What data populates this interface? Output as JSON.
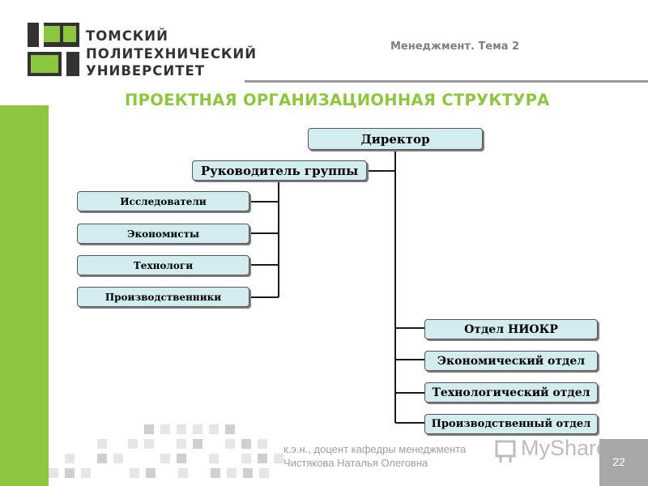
{
  "logo": {
    "lines": [
      "ТОМСКИЙ",
      "ПОЛИТЕХНИЧЕСКИЙ",
      "УНИВЕРСИТЕТ"
    ]
  },
  "header": {
    "subject": "Менеджмент. Тема 2"
  },
  "slide": {
    "title": "ПРОЕКТНАЯ  ОРГАНИЗАЦИОННАЯ  СТРУКТУРА"
  },
  "org_chart": {
    "director": "Директор",
    "group_leader": "Руководитель группы",
    "team": [
      "Исследователи",
      "Экономисты",
      "Технологи",
      "Производственники"
    ],
    "departments": [
      "Отдел НИОКР",
      "Экономический отдел",
      "Технологический отдел",
      "Производственный  отдел"
    ]
  },
  "footer": {
    "author_line1": "к.э.н., доцент кафедры менеджмента",
    "author_line2": "Чистякова Наталья Олеговна",
    "page_number": "22",
    "watermark": "MyShared"
  },
  "colors": {
    "accent_green": "#8dc63f",
    "box_fill": "#d2ecf0",
    "logo_dark": "#333333"
  }
}
